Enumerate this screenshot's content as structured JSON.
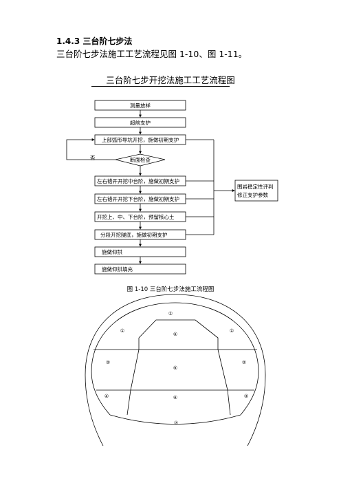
{
  "section": {
    "heading": "1.4.3 三台阶七步法",
    "intro": "三台阶七步法施工工艺流程见图 1-10、图 1-11。"
  },
  "flowchart": {
    "title": "三台阶七步开挖法施工工艺流程图",
    "steps": [
      "测量放样",
      "超前支护",
      "上部弧形导坑开挖，施做初期支护",
      "左右错开开挖中台阶，施做初期支护",
      "左右错开开挖下台阶，施做初期支护",
      "开挖上、中、下台阶，预留核心土",
      "分段开挖隧底，施做初期支护",
      "施做仰拱",
      "施做仰拱填充"
    ],
    "decision": "断面检查",
    "no_label": "否",
    "side_box": [
      "围岩稳定性评判",
      "修正支护参数"
    ],
    "caption": "图 1-10  三台阶七步法施工流程图"
  },
  "tunnel_section": {
    "step_markers": [
      "①",
      "①",
      "①",
      "⑥",
      "②",
      "②",
      "⑥",
      "④",
      "③",
      "⑥",
      "⑦"
    ]
  }
}
